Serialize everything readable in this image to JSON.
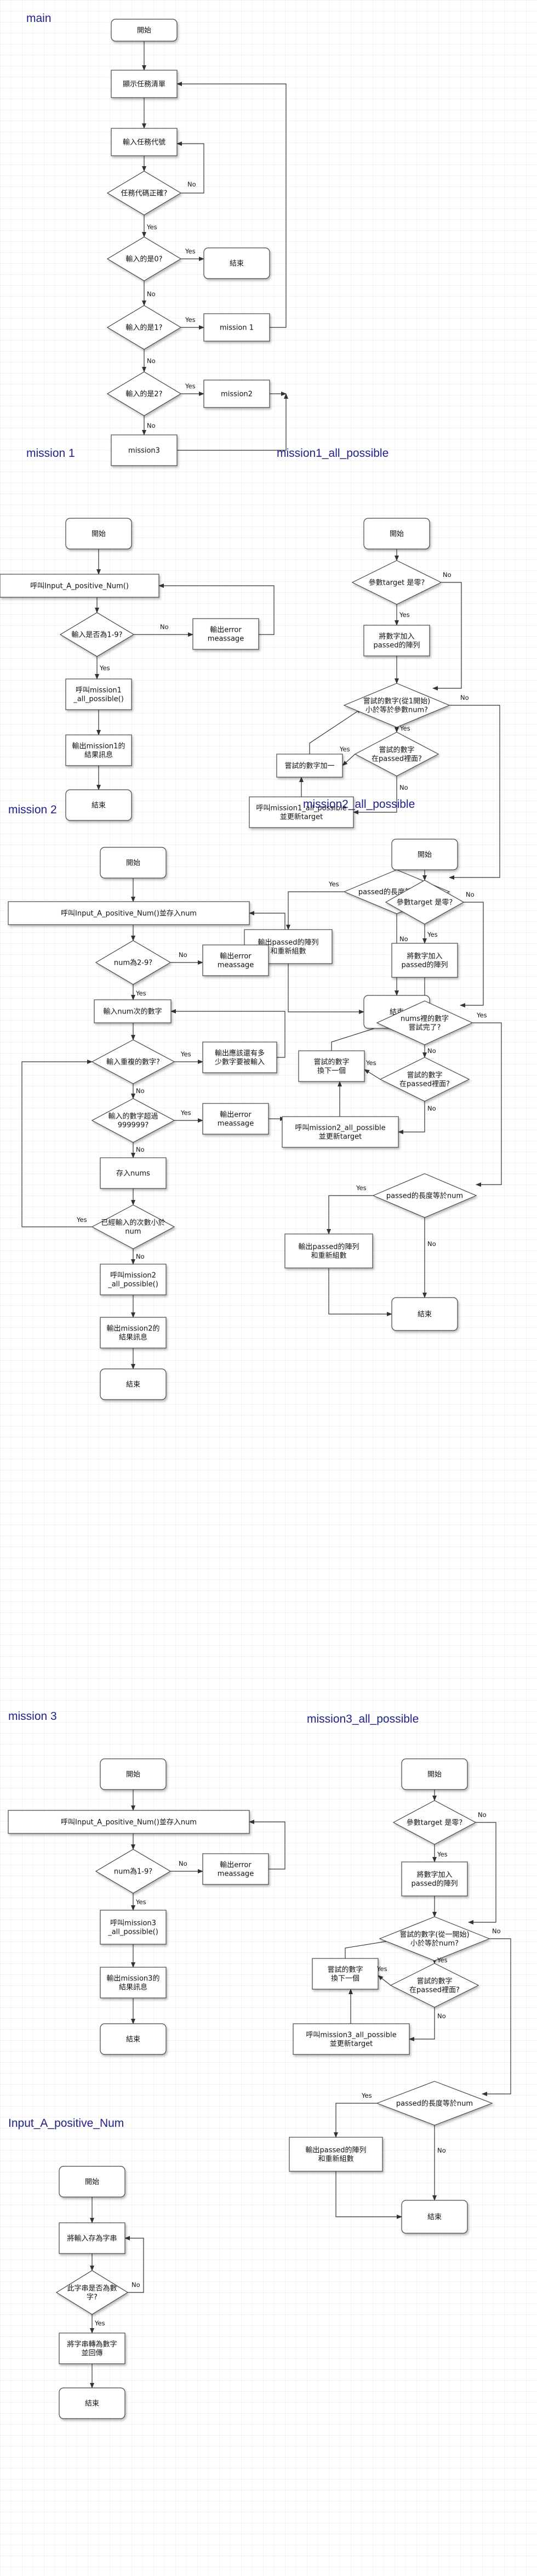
{
  "sections": [
    {
      "id": "main",
      "title": "main"
    },
    {
      "id": "mission1",
      "title": "mission 1"
    },
    {
      "id": "m1ap",
      "title": "mission1_all_possible"
    },
    {
      "id": "mission2",
      "title": "mission 2"
    },
    {
      "id": "m2ap",
      "title": "mission2_all_possible"
    },
    {
      "id": "mission3",
      "title": "mission 3"
    },
    {
      "id": "m3ap",
      "title": "mission3_all_possible"
    },
    {
      "id": "inputnum",
      "title": "Input_A_positive_Num"
    }
  ],
  "nodes": {
    "main_start": {
      "label": "開始"
    },
    "main_show": {
      "label": "顯示任務清單"
    },
    "main_in": {
      "label": "輸入任務代號"
    },
    "main_valid": {
      "label": "任務代碼正確?"
    },
    "main_is0": {
      "label": "輸入的是0?"
    },
    "main_end": {
      "label": "結束"
    },
    "main_is1": {
      "label": "輸入的是1?"
    },
    "main_m1": {
      "label": "mission 1"
    },
    "main_is2": {
      "label": "輸入的是2?"
    },
    "main_m2": {
      "label": "mission2"
    },
    "main_m3": {
      "label": "mission3"
    },
    "m1_start": {
      "label": "開始"
    },
    "m1_call": {
      "label": "呼叫Input_A_positive_Num()"
    },
    "m1_chk": {
      "label": "輸入是否為1-9?"
    },
    "m1_err": {
      "label": "輸出error\nmeassage"
    },
    "m1_callap": {
      "label": "呼叫mission1\n_all_possible()"
    },
    "m1_out": {
      "label": "輸出mission1的\n結果訊息"
    },
    "m1_end": {
      "label": "結束"
    },
    "m1ap_start": {
      "label": "開始"
    },
    "m1ap_chk": {
      "label": "參數target 是零?"
    },
    "m1ap_add": {
      "label": "將數字加入\npassed的陣列"
    },
    "m1ap_loop": {
      "label": "嘗試的數字(從1開始)\n小於等於參數num?"
    },
    "m1ap_inc": {
      "label": "嘗試的數字加一"
    },
    "m1ap_inp": {
      "label": "嘗試的數字\n在passed裡面?"
    },
    "m1ap_rec": {
      "label": "呼叫mission1_all_possible\n並更新target"
    },
    "m1ap_len": {
      "label": "passed的長度等於num"
    },
    "m1ap_out": {
      "label": "輸出passed的陣列\n和重新組數"
    },
    "m1ap_end": {
      "label": "結束"
    },
    "m2_start": {
      "label": "開始"
    },
    "m2_call": {
      "label": "呼叫Input_A_positive_Num()並存入num"
    },
    "m2_chk": {
      "label": "num為2-9?"
    },
    "m2_err": {
      "label": "輸出error\nmeassage"
    },
    "m2_in": {
      "label": "輸入num次的數字"
    },
    "m2_dup": {
      "label": "輸入重複的數字?"
    },
    "m2_dupmsg": {
      "label": "輸出應該還有多\n少數字要被輸入"
    },
    "m2_big": {
      "label": "輸入的數字超過\n999999?"
    },
    "m2_err2": {
      "label": "輸出error\nmeassage"
    },
    "m2_store": {
      "label": "存入nums"
    },
    "m2_cnt": {
      "label": "已經輸入的次數小於\nnum"
    },
    "m2_callap": {
      "label": "呼叫mission2\n_all_possible()"
    },
    "m2_out": {
      "label": "輸出mission2的\n結果訊息"
    },
    "m2_end": {
      "label": "結束"
    },
    "m2ap_start": {
      "label": "開始"
    },
    "m2ap_chk": {
      "label": "參數target 是零?"
    },
    "m2ap_add": {
      "label": "將數字加入\npassed的陣列"
    },
    "m2ap_loop": {
      "label": "nums裡的數字\n嘗試完了?"
    },
    "m2ap_next": {
      "label": "嘗試的數字\n換下一個"
    },
    "m2ap_inp": {
      "label": "嘗試的數字\n在passed裡面?"
    },
    "m2ap_rec": {
      "label": "呼叫mission2_all_possible\n並更新target"
    },
    "m2ap_len": {
      "label": "passed的長度等於num"
    },
    "m2ap_out": {
      "label": "輸出passed的陣列\n和重新組數"
    },
    "m2ap_end": {
      "label": "結束"
    },
    "m3_start": {
      "label": "開始"
    },
    "m3_call": {
      "label": "呼叫Input_A_positive_Num()並存入num"
    },
    "m3_chk": {
      "label": "num為1-9?"
    },
    "m3_err": {
      "label": "輸出error\nmeassage"
    },
    "m3_callap": {
      "label": "呼叫mission3\n_all_possible()"
    },
    "m3_out": {
      "label": "輸出mission3的\n結果訊息"
    },
    "m3_end": {
      "label": "結束"
    },
    "m3ap_start": {
      "label": "開始"
    },
    "m3ap_chk": {
      "label": "參數target 是零?"
    },
    "m3ap_add": {
      "label": "將數字加入\npassed的陣列"
    },
    "m3ap_loop": {
      "label": "嘗試的數字(從一開始)\n小於等於num?"
    },
    "m3ap_next": {
      "label": "嘗試的數字\n換下一個"
    },
    "m3ap_inp": {
      "label": "嘗試的數字\n在passed裡面?"
    },
    "m3ap_rec": {
      "label": "呼叫mission3_all_possible\n並更新target"
    },
    "m3ap_len": {
      "label": "passed的長度等於num"
    },
    "m3ap_out": {
      "label": "輸出passed的陣列\n和重新組數"
    },
    "m3ap_end": {
      "label": "結束"
    },
    "in_start": {
      "label": "開始"
    },
    "in_read": {
      "label": "將輸入存為字串"
    },
    "in_chk": {
      "label": "此字串是否為數\n字?"
    },
    "in_ret": {
      "label": "將字串轉為數字\n並回傳"
    },
    "in_end": {
      "label": "結束"
    }
  },
  "edge_labels": {
    "yes": "Yes",
    "no": "No"
  },
  "colors": {
    "title": "#20208a",
    "stroke": "#444444",
    "fill": "#ffffff"
  }
}
